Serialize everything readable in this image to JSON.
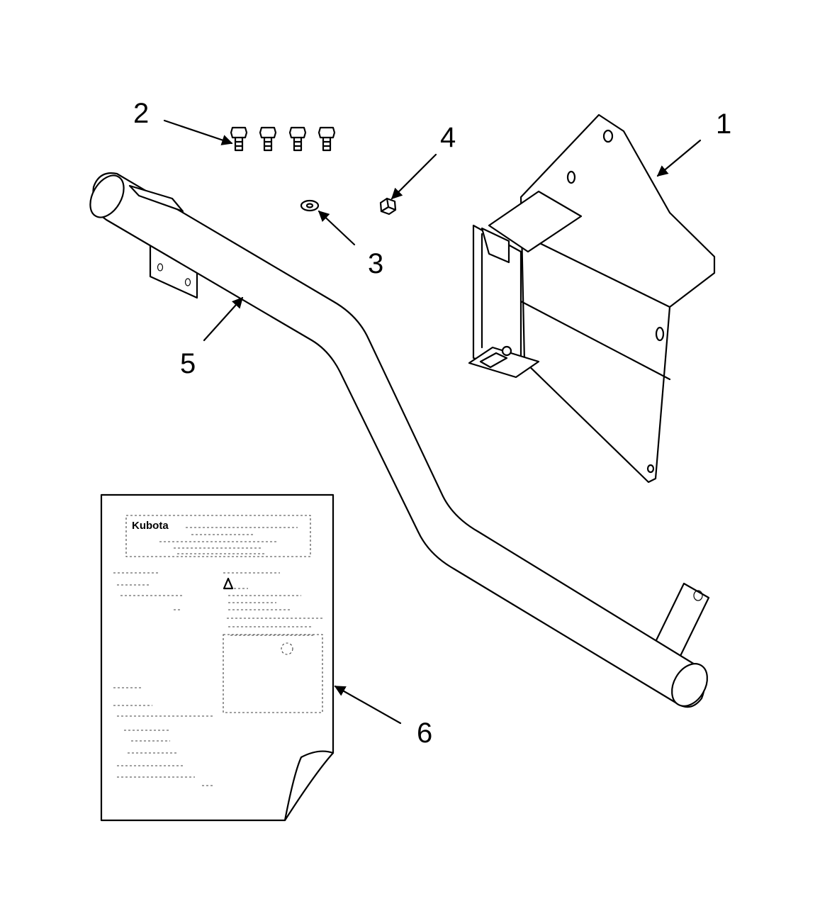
{
  "callouts": [
    {
      "id": "1",
      "label": "1"
    },
    {
      "id": "2",
      "label": "2"
    },
    {
      "id": "3",
      "label": "3"
    },
    {
      "id": "4",
      "label": "4"
    },
    {
      "id": "5",
      "label": "5"
    },
    {
      "id": "6",
      "label": "6"
    }
  ],
  "manual": {
    "brand": "Kubota"
  },
  "colors": {
    "ink": "#000000",
    "paper": "#ffffff"
  }
}
